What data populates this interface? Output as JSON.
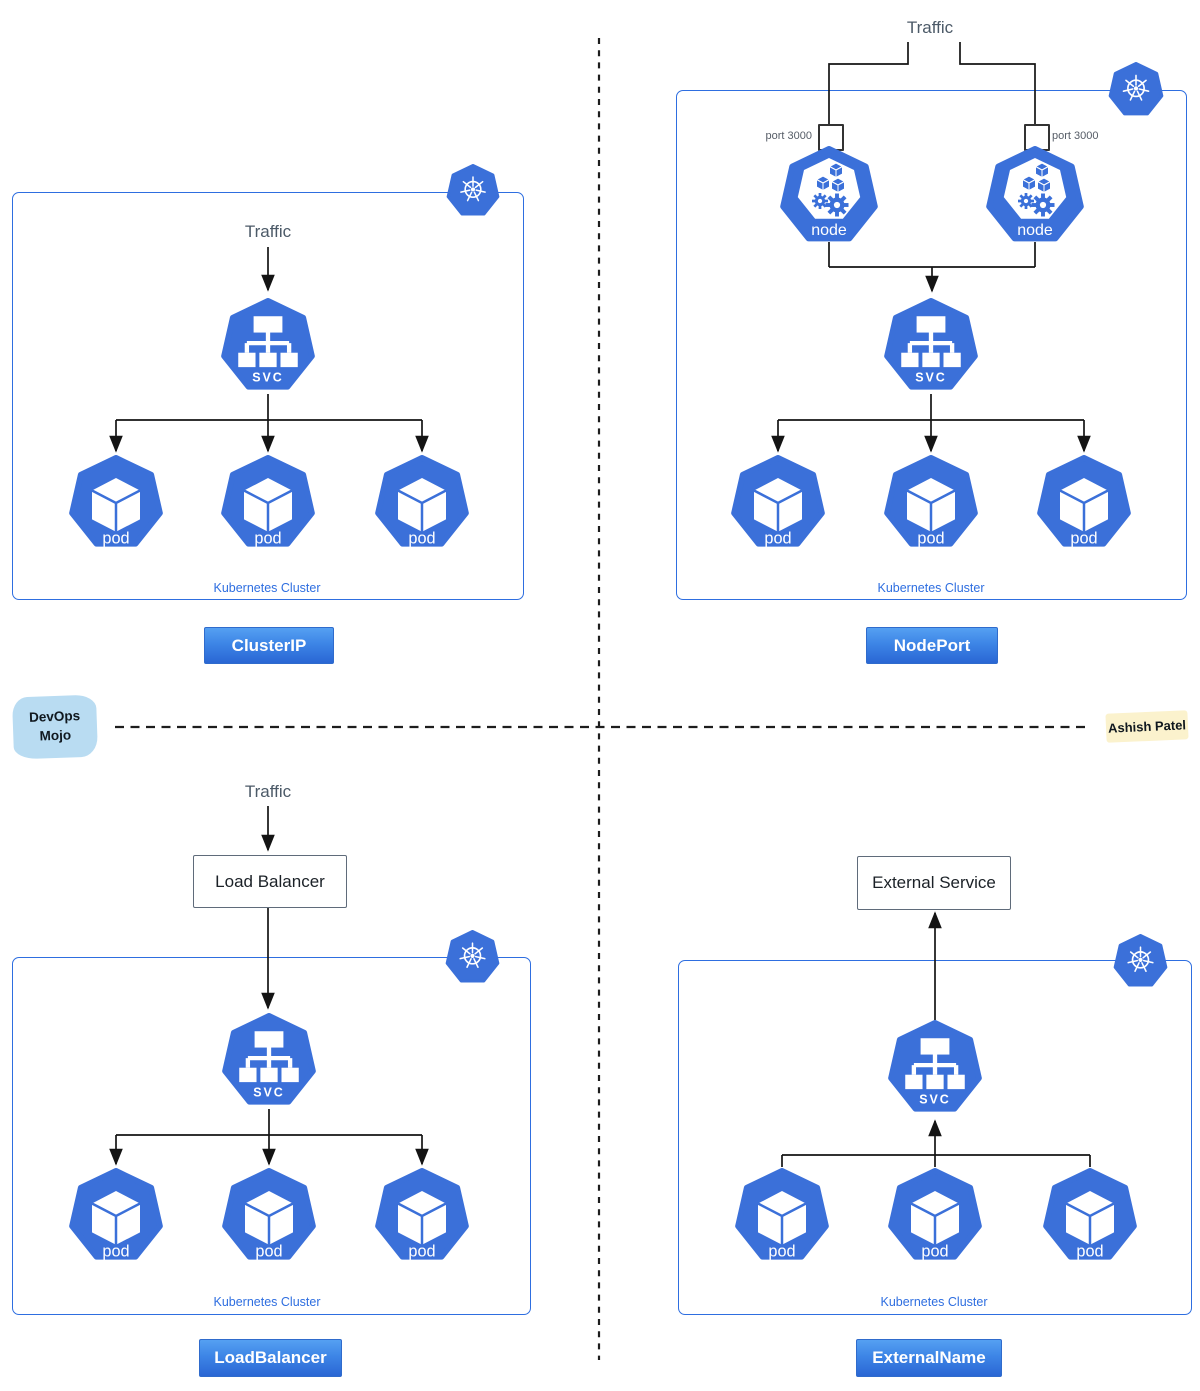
{
  "icons": {
    "svc_label": "SVC",
    "pod_label": "pod",
    "node_label": "node",
    "kubernetes_logo": "kubernetes-wheel-icon"
  },
  "colors": {
    "k8s_blue": "#3b70d9",
    "cluster_border_blue": "#2e6ee0",
    "arrow_black": "#141414",
    "traffic_text": "#4c5a68",
    "button_gradient_top": "#55a0f2",
    "button_gradient_bottom": "#2a66d4",
    "sticker_blue_bg": "#b9dcf2",
    "sticker_yellow_bg": "#fbf2cd"
  },
  "watermarks": {
    "left": {
      "line1": "DevOps",
      "line2": "Mojo"
    },
    "right": "Ashish Patel"
  },
  "quadrants": [
    {
      "id": "cluster-ip",
      "traffic_label": "Traffic",
      "cluster_label": "Kubernetes Cluster",
      "type_label": "ClusterIP",
      "pod_count": 3
    },
    {
      "id": "node-port",
      "traffic_label": "Traffic",
      "cluster_label": "Kubernetes Cluster",
      "type_label": "NodePort",
      "pod_count": 3,
      "node_count": 2,
      "port_label": "port 3000"
    },
    {
      "id": "load-balancer",
      "traffic_label": "Traffic",
      "external_box_label": "Load Balancer",
      "cluster_label": "Kubernetes Cluster",
      "type_label": "LoadBalancer",
      "pod_count": 3
    },
    {
      "id": "external-name",
      "external_box_label": "External Service",
      "cluster_label": "Kubernetes Cluster",
      "type_label": "ExternalName",
      "pod_count": 3
    }
  ]
}
